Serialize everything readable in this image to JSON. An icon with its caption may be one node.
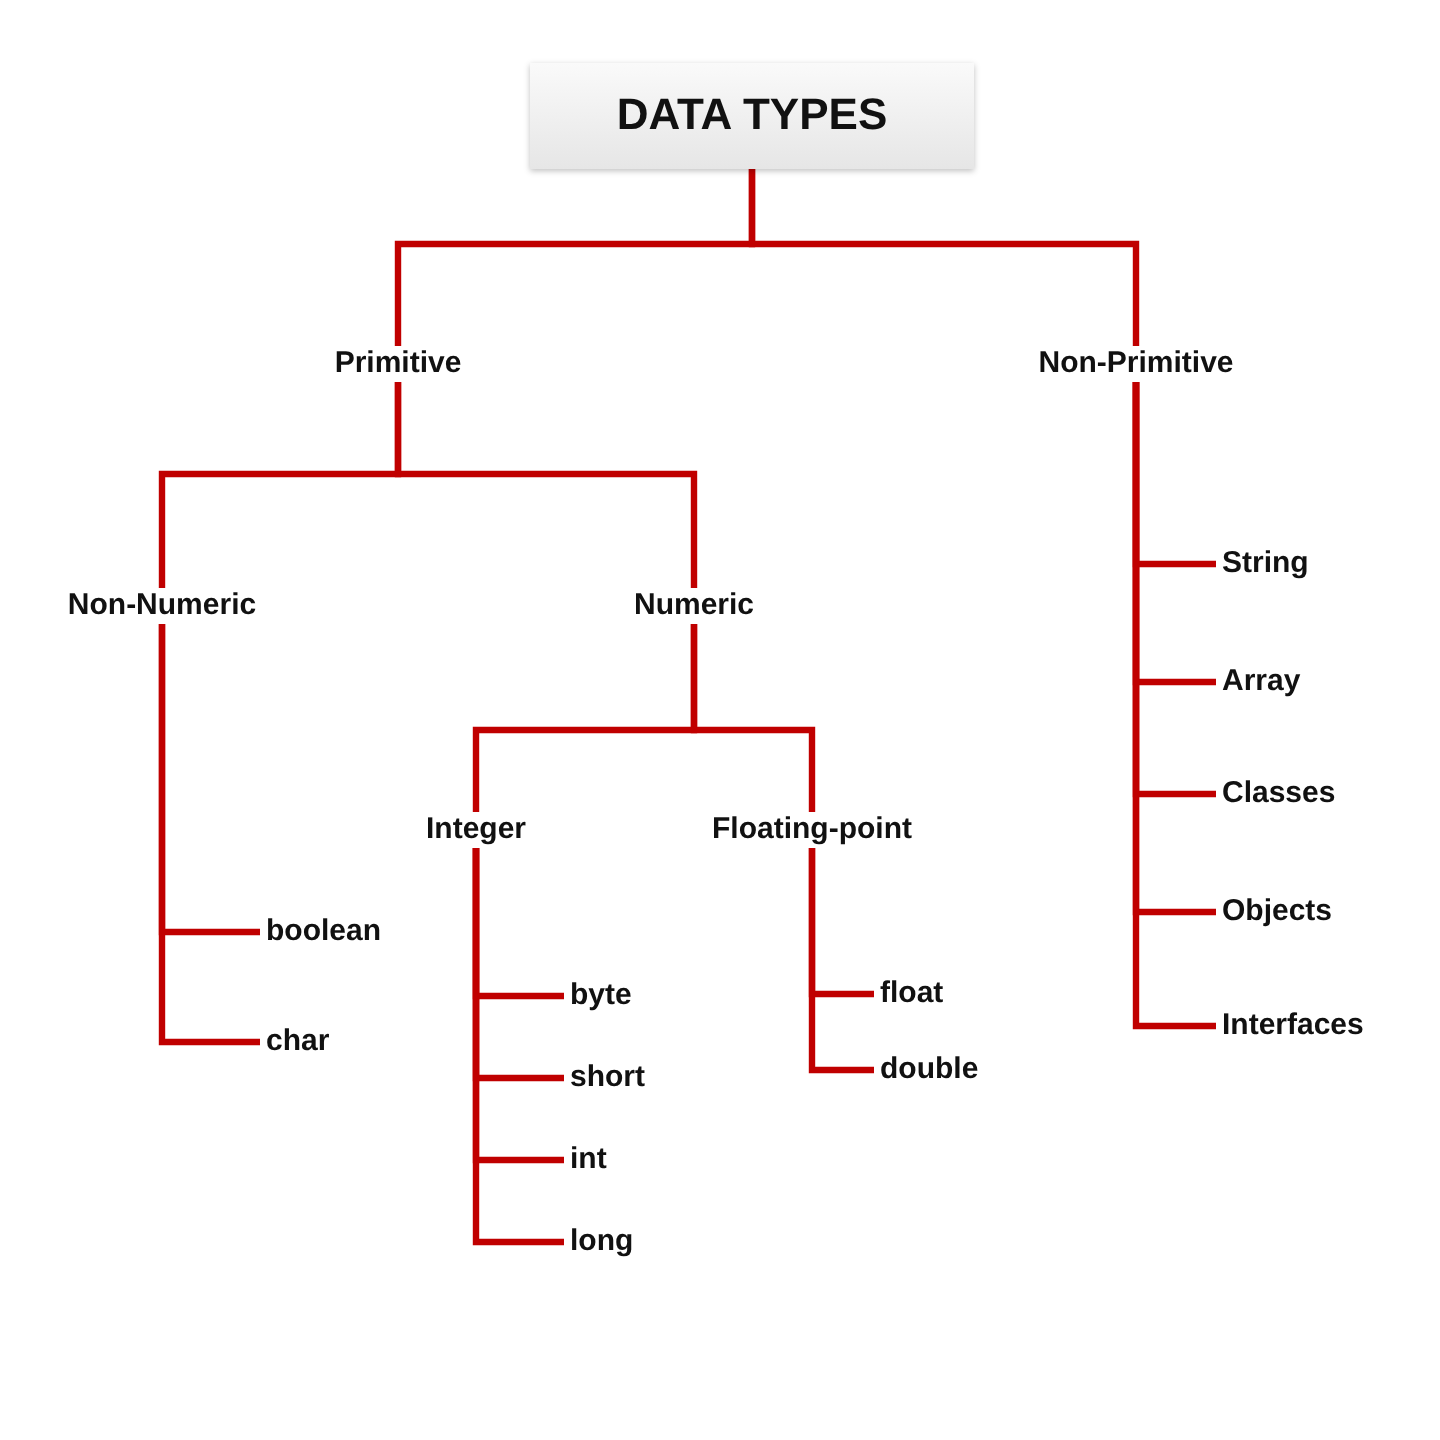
{
  "diagram": {
    "nodes": [
      {
        "text": [
          "DATA TYPES"
        ]
      },
      {
        "text": [
          "Primitive"
        ]
      },
      {
        "text": [
          "Non-Primitive"
        ]
      },
      {
        "text": [
          "Non-Numeric"
        ]
      },
      {
        "text": [
          "Numeric"
        ]
      },
      {
        "text": [
          "Integer"
        ]
      },
      {
        "text": [
          "Floating-point"
        ]
      },
      {
        "text": [
          "boolean"
        ]
      },
      {
        "text": [
          "char"
        ]
      },
      {
        "text": [
          "byte"
        ]
      },
      {
        "text": [
          "short"
        ]
      },
      {
        "text": [
          "int"
        ]
      },
      {
        "text": [
          "long"
        ]
      },
      {
        "text": [
          "float"
        ]
      },
      {
        "text": [
          "double"
        ]
      },
      {
        "text": [
          "String"
        ]
      },
      {
        "text": [
          "Array"
        ]
      },
      {
        "text": [
          "Classes"
        ]
      },
      {
        "text": [
          "Objects"
        ]
      },
      {
        "text": [
          "Interfaces"
        ]
      }
    ],
    "edges": [
      {
        "from": 0,
        "to": 1,
        "arrow": "none"
      },
      {
        "from": 0,
        "to": 2,
        "arrow": "none"
      },
      {
        "from": 1,
        "to": 3,
        "arrow": "none"
      },
      {
        "from": 1,
        "to": 4,
        "arrow": "none"
      },
      {
        "from": 4,
        "to": 5,
        "arrow": "none"
      },
      {
        "from": 4,
        "to": 6,
        "arrow": "none"
      },
      {
        "from": 3,
        "to": 7,
        "arrow": "none"
      },
      {
        "from": 3,
        "to": 8,
        "arrow": "none"
      },
      {
        "from": 5,
        "to": 9,
        "arrow": "none"
      },
      {
        "from": 5,
        "to": 10,
        "arrow": "none"
      },
      {
        "from": 5,
        "to": 11,
        "arrow": "none"
      },
      {
        "from": 5,
        "to": 12,
        "arrow": "none"
      },
      {
        "from": 6,
        "to": 13,
        "arrow": "none"
      },
      {
        "from": 6,
        "to": 14,
        "arrow": "none"
      },
      {
        "from": 2,
        "to": 15,
        "arrow": "none"
      },
      {
        "from": 2,
        "to": 16,
        "arrow": "none"
      },
      {
        "from": 2,
        "to": 17,
        "arrow": "none"
      },
      {
        "from": 2,
        "to": 18,
        "arrow": "none"
      },
      {
        "from": 2,
        "to": 19,
        "arrow": "none"
      }
    ]
  }
}
